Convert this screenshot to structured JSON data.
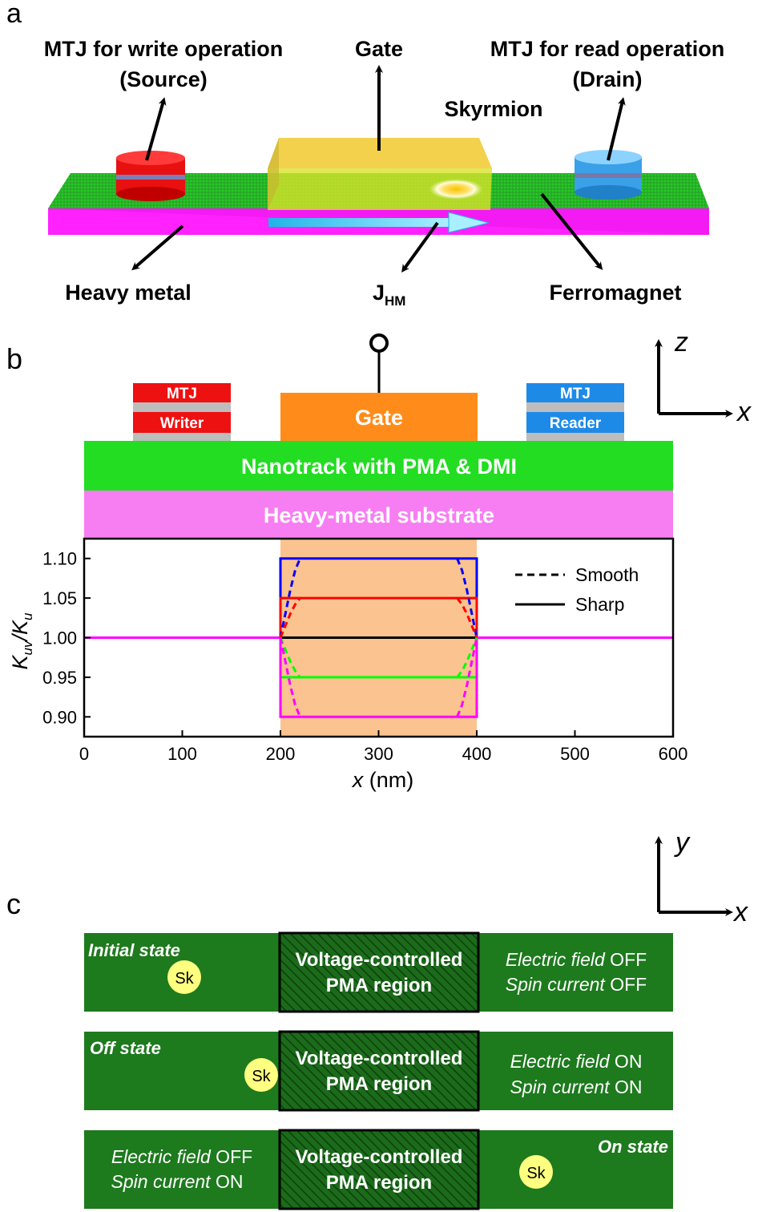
{
  "panel_a": {
    "label": "a",
    "mtj_write": {
      "line1": "MTJ for write operation",
      "line2": "(Source)"
    },
    "gate": "Gate",
    "mtj_read": {
      "line1": "MTJ for read operation",
      "line2": "(Drain)"
    },
    "skyrmion": "Skyrmion",
    "heavy_metal": "Heavy metal",
    "current": {
      "main": "J",
      "sub": "HM"
    },
    "ferromagnet": "Ferromagnet"
  },
  "panel_b": {
    "label": "b",
    "axis_z": "z",
    "axis_x": "x",
    "writer_top": "MTJ",
    "writer_bottom": "Writer",
    "reader_top": "MTJ",
    "reader_bottom": "Reader",
    "gate": "Gate",
    "nanotrack": "Nanotrack with PMA & DMI",
    "substrate": "Heavy-metal substrate"
  },
  "panel_c": {
    "label": "c",
    "axis_y": "y",
    "axis_x": "x",
    "region_line1": "Voltage-controlled",
    "region_line2": "PMA region",
    "sk": "Sk",
    "rows": [
      {
        "state": "Initial state",
        "field_label": "Electric field",
        "field_value": " OFF",
        "spin_label": "Spin current",
        "spin_value": " OFF"
      },
      {
        "state": "Off state",
        "field_label": "Electric field",
        "field_value": " ON",
        "spin_label": "Spin current",
        "spin_value": " ON"
      },
      {
        "state": "On state",
        "field_label": "Electric field",
        "field_value": " OFF",
        "spin_label": "Spin current",
        "spin_value": " ON"
      }
    ]
  },
  "chart_data": {
    "type": "line",
    "xlabel_var": "x",
    "xlabel_unit": " (nm)",
    "ylabel_num": "K",
    "ylabel_num_sub": "uv",
    "ylabel_sep": "/",
    "ylabel_den": "K",
    "ylabel_den_sub": "u",
    "xlim": [
      0,
      600
    ],
    "ylim": [
      0.875,
      1.125
    ],
    "xticks": [
      0,
      100,
      200,
      300,
      400,
      500,
      600
    ],
    "xtick_labels": [
      "0",
      "100",
      "200",
      "300",
      "400",
      "500",
      "600"
    ],
    "yticks": [
      0.9,
      0.95,
      1.0,
      1.05,
      1.1
    ],
    "ytick_labels": [
      "0.90",
      "0.95",
      "1.00",
      "1.05",
      "1.10"
    ],
    "gate_region": [
      200,
      400
    ],
    "legend": {
      "placement": "top-right",
      "smooth": "Smooth",
      "sharp": "Sharp"
    },
    "colors": {
      "blue": "#0000ff",
      "red": "#ff0000",
      "black": "#000000",
      "green": "#00ff00",
      "magenta": "#ff00ff",
      "region": "#fbc38f"
    },
    "series": [
      {
        "color": "#0000ff",
        "style": "sharp",
        "x": [
          0,
          200,
          200,
          400,
          400,
          600
        ],
        "y": [
          1.0,
          1.0,
          1.1,
          1.1,
          1.0,
          1.0
        ]
      },
      {
        "color": "#ff0000",
        "style": "sharp",
        "x": [
          0,
          200,
          200,
          400,
          400,
          600
        ],
        "y": [
          1.0,
          1.0,
          1.05,
          1.05,
          1.0,
          1.0
        ]
      },
      {
        "color": "#00ff00",
        "style": "sharp",
        "x": [
          0,
          200,
          200,
          400,
          400,
          600
        ],
        "y": [
          1.0,
          1.0,
          0.95,
          0.95,
          1.0,
          1.0
        ]
      },
      {
        "color": "#ff00ff",
        "style": "sharp",
        "x": [
          0,
          200,
          200,
          400,
          400,
          600
        ],
        "y": [
          1.0,
          1.0,
          0.9,
          0.9,
          1.0,
          1.0
        ]
      },
      {
        "color": "#000000",
        "style": "sharp",
        "x": [
          200,
          400
        ],
        "y": [
          1.0,
          1.0
        ]
      },
      {
        "color": "#0000ff",
        "style": "smooth",
        "x": [
          200,
          205,
          210,
          215,
          220
        ],
        "y": [
          1.0,
          1.03,
          1.06,
          1.085,
          1.1
        ]
      },
      {
        "color": "#0000ff",
        "style": "smooth",
        "x": [
          380,
          385,
          390,
          395,
          400
        ],
        "y": [
          1.1,
          1.085,
          1.06,
          1.03,
          1.0
        ]
      },
      {
        "color": "#ff0000",
        "style": "smooth",
        "x": [
          200,
          205,
          210,
          215,
          220
        ],
        "y": [
          1.0,
          1.015,
          1.03,
          1.042,
          1.05
        ]
      },
      {
        "color": "#ff0000",
        "style": "smooth",
        "x": [
          380,
          385,
          390,
          395,
          400
        ],
        "y": [
          1.05,
          1.042,
          1.03,
          1.015,
          1.0
        ]
      },
      {
        "color": "#00ff00",
        "style": "smooth",
        "x": [
          200,
          205,
          210,
          215,
          220
        ],
        "y": [
          1.0,
          0.985,
          0.97,
          0.958,
          0.95
        ]
      },
      {
        "color": "#00ff00",
        "style": "smooth",
        "x": [
          380,
          385,
          390,
          395,
          400
        ],
        "y": [
          0.95,
          0.958,
          0.97,
          0.985,
          1.0
        ]
      },
      {
        "color": "#ff00ff",
        "style": "smooth",
        "x": [
          200,
          205,
          210,
          215,
          220
        ],
        "y": [
          1.0,
          0.97,
          0.94,
          0.915,
          0.9
        ]
      },
      {
        "color": "#ff00ff",
        "style": "smooth",
        "x": [
          380,
          385,
          390,
          395,
          400
        ],
        "y": [
          0.9,
          0.915,
          0.94,
          0.97,
          1.0
        ]
      }
    ]
  }
}
